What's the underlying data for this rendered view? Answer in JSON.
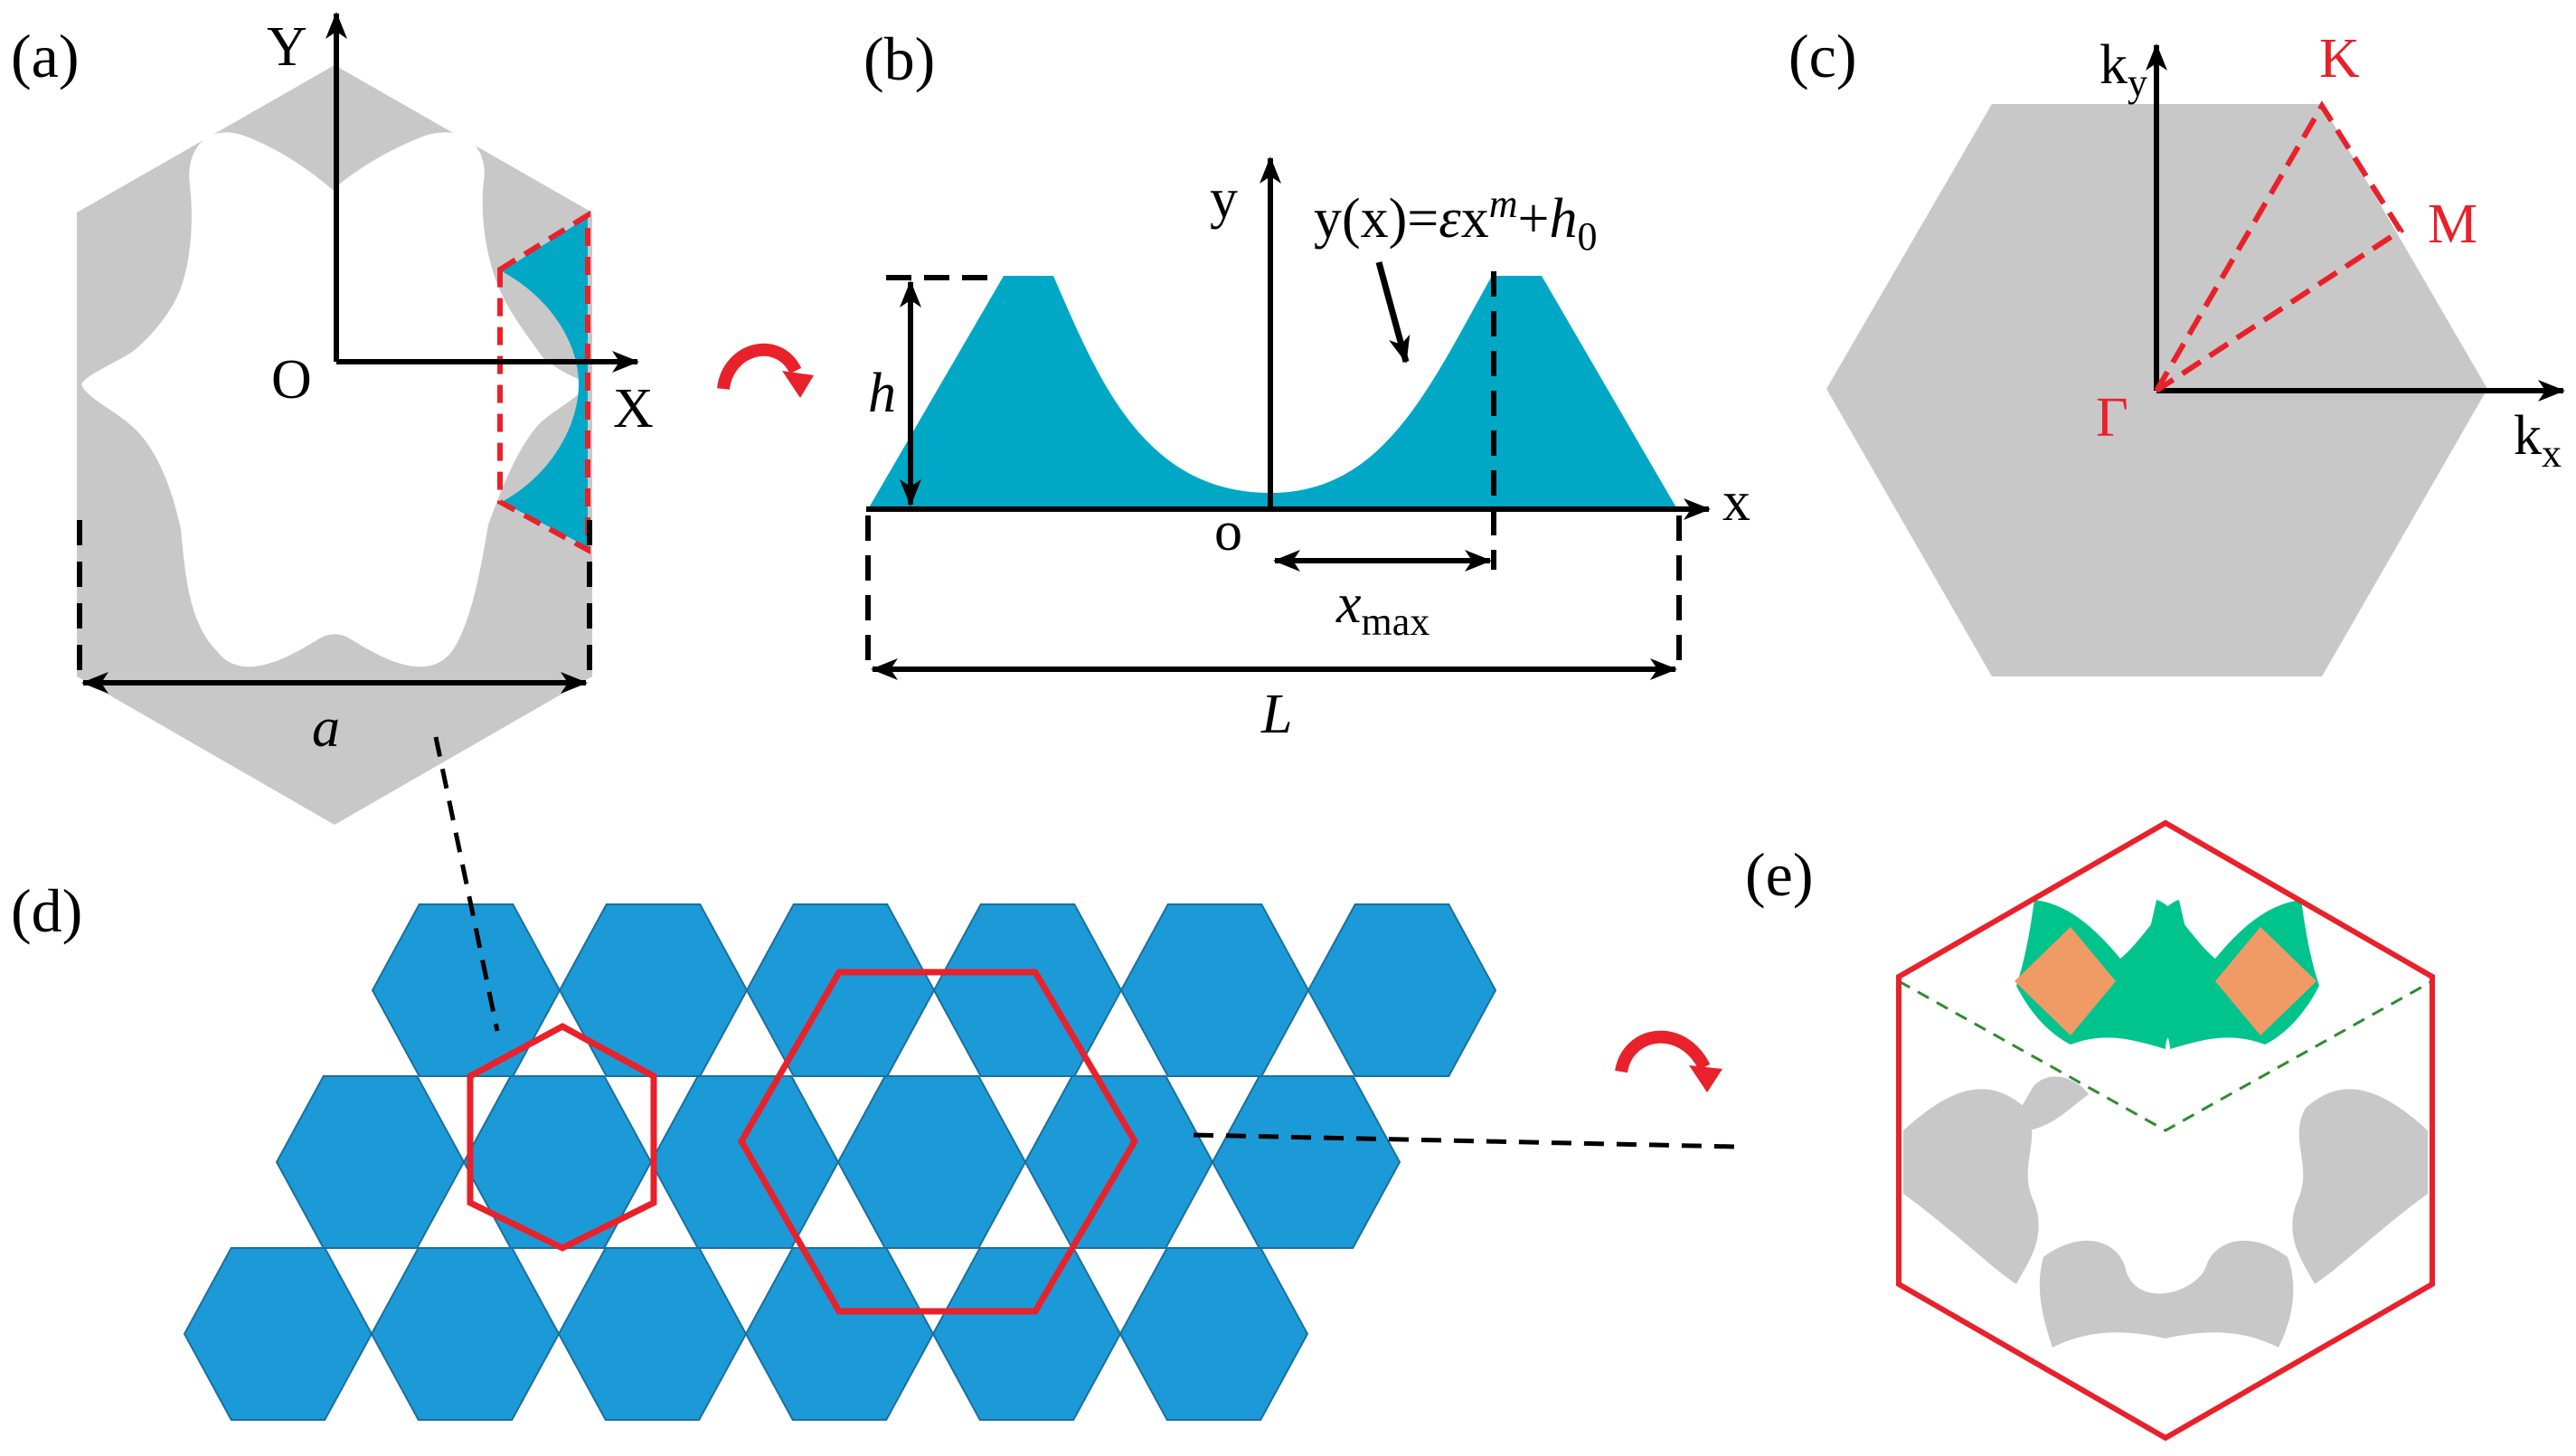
{
  "colors": {
    "gray": "#c8c8c8",
    "teal": "#00a8c6",
    "blue": "#1c9ad7",
    "red": "#e8212a",
    "green": "#00c48c",
    "orange": "#f09a65",
    "dashed_green": "#2e8b2e"
  },
  "panels": {
    "a": {
      "label": "(a)",
      "axis_y": "Y",
      "axis_x": "X",
      "origin": "O",
      "dim": "a"
    },
    "b": {
      "label": "(b)",
      "axis_y": "y",
      "axis_x": "x",
      "origin": "o",
      "eq_prefix": "y(x)=",
      "eq_eps": "ε",
      "eq_x": "x",
      "eq_m": "m",
      "eq_plus": "+",
      "eq_h": "h",
      "eq_sub": "0",
      "height": "h",
      "xmax_main": "x",
      "xmax_sub": "max",
      "length": "L"
    },
    "c": {
      "label": "(c)",
      "ky_main": "k",
      "ky_sub": "y",
      "kx_main": "k",
      "kx_sub": "x",
      "K": "K",
      "M": "M",
      "Gamma": "Γ"
    },
    "d": {
      "label": "(d)"
    },
    "e": {
      "label": "(e)"
    }
  }
}
